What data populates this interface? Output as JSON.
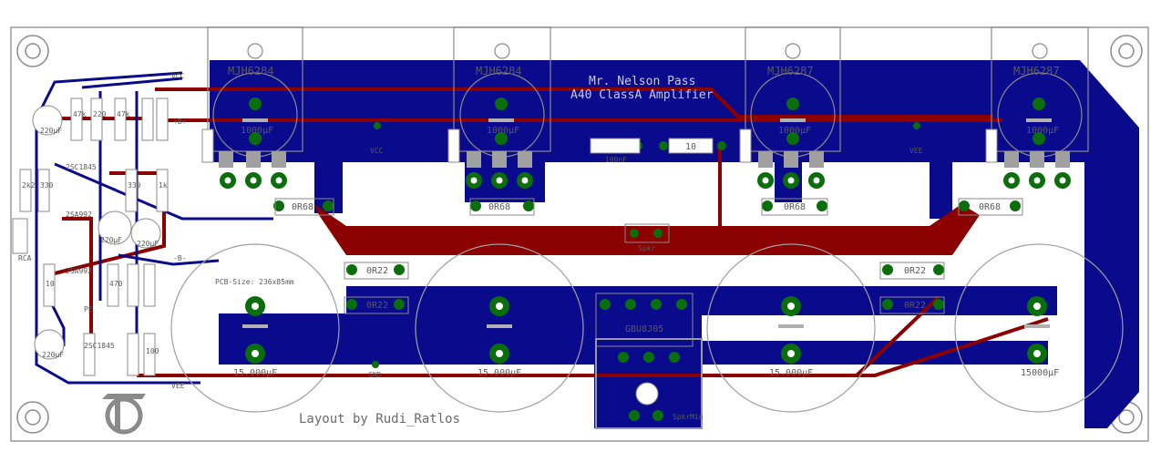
{
  "board": {
    "title_line1": "Mr. Nelson Pass",
    "title_line2": "A40 ClassA Amplifier",
    "credit": "Layout by Rudi_Ratlos",
    "pcb_size": "PCB-Size: 236x85mm"
  },
  "transistors": [
    "MJH6284",
    "MJH6284",
    "MJH6287",
    "MJH6287"
  ],
  "small_caps": [
    "1000µF",
    "1000µF",
    "1000µF",
    "1000µF"
  ],
  "emitter_resistors": [
    "0R68",
    "0R68",
    "0R68",
    "0R68"
  ],
  "low_resistors": [
    "0R22",
    "0R22",
    "0R22",
    "0R22"
  ],
  "big_caps": [
    "15.000µF",
    "15.000µF",
    "15.000µF",
    "15000µF"
  ],
  "nets": {
    "vcc": "VCC",
    "vee": "VEE",
    "gnd": "GND",
    "spkr": "Spkr",
    "spkr_minus": "SpkrMin",
    "pe": "PE",
    "rca": "RCA",
    "bridge": "GBU8J05",
    "vcc_left": "VCC",
    "vee_left": "VEE",
    "b_plus": "+B+",
    "b_minus": "-B-"
  },
  "passives": {
    "film_cap": "100nF",
    "series_resistor": "10"
  },
  "small_labels": {
    "r1": "2k2",
    "r2": "330",
    "r3": "47k",
    "r4": "10",
    "r5": "220",
    "r6": "47k",
    "r7": "330",
    "r8": "1k",
    "r9": "470",
    "r10": "100",
    "c1": "220µF",
    "c2": "220µF",
    "c3": "220µF",
    "c4": "220µF",
    "q1": "2SC1845",
    "q2": "2SA992",
    "q3": "2SA992",
    "q4": "2SC1845"
  },
  "colors": {
    "copper_bottom": "#0a0a8c",
    "copper_top": "#8b0000",
    "pad": "#0a6e0a",
    "silk": "#888888",
    "board": "#ffffff"
  },
  "icons": [
    "logo-icon",
    "mounting-hole-icon"
  ]
}
